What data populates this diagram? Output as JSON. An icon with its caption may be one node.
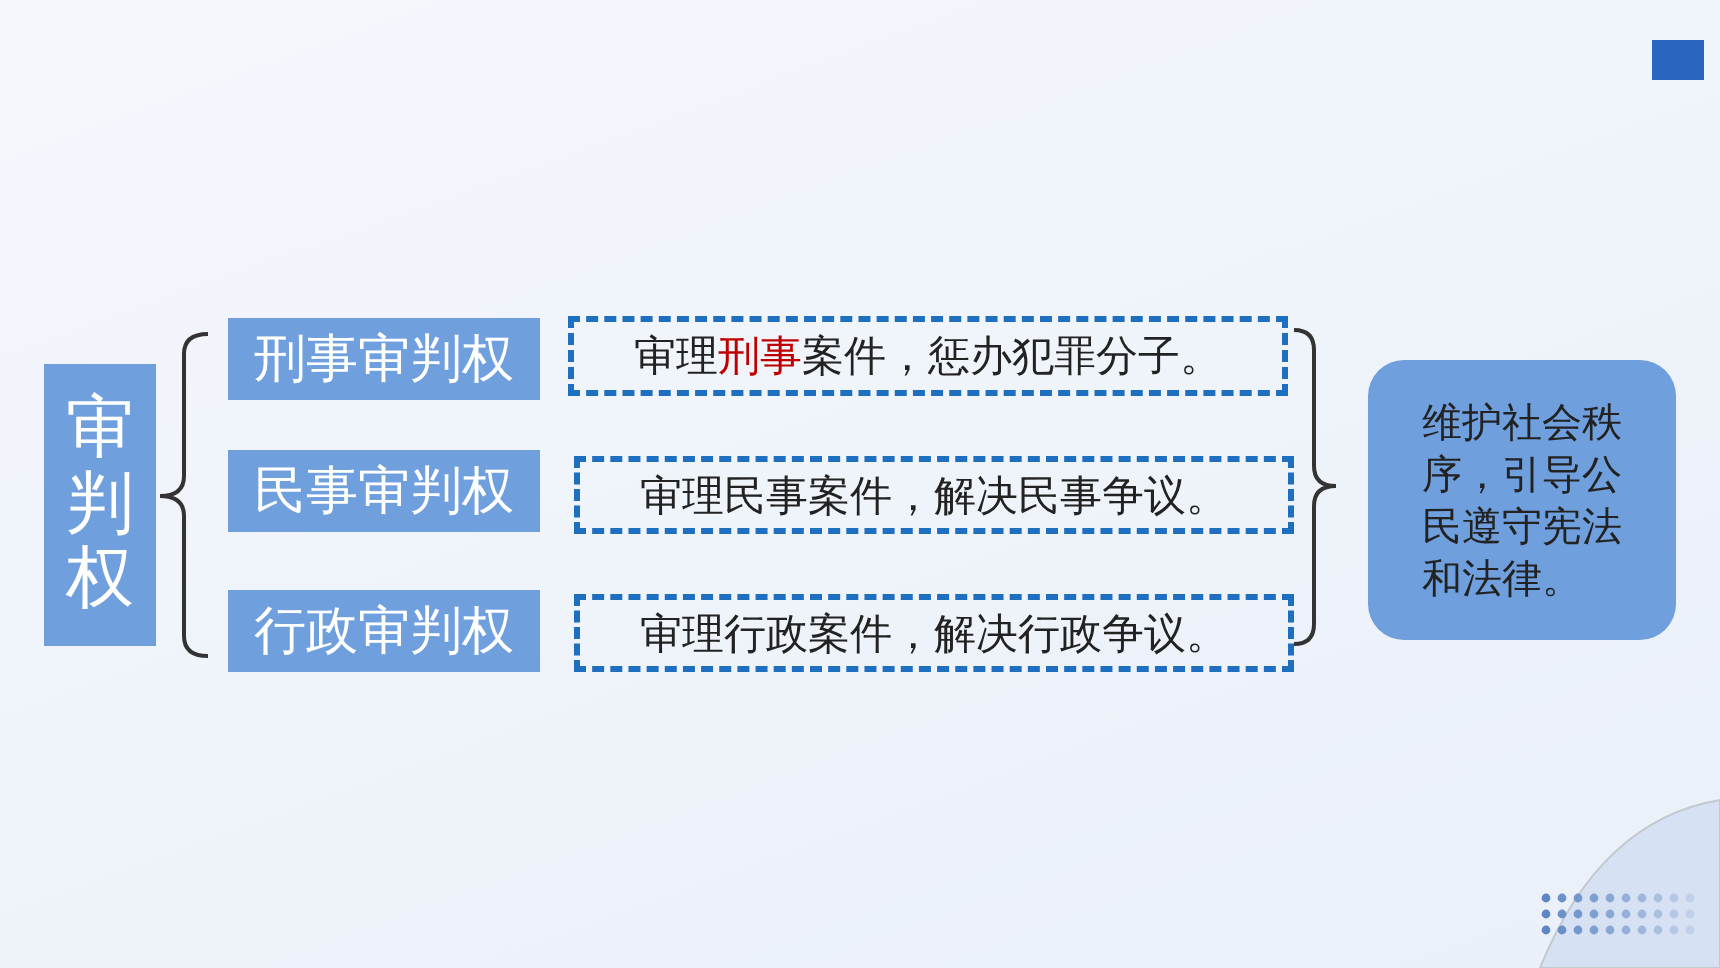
{
  "diagram": {
    "nodes": [
      {
        "text": [
          "审判权"
        ]
      },
      {
        "text": [
          "刑事审判权"
        ]
      },
      {
        "text": [
          "民事审判权"
        ]
      },
      {
        "text": [
          "行政审判权"
        ]
      },
      {
        "text": [
          "审理**刑事**案件，惩办犯罪分子。"
        ]
      },
      {
        "text": [
          "审理民事案件，解决民事争议。"
        ]
      },
      {
        "text": [
          "审理行政案件，解决行政争议。"
        ]
      },
      {
        "text": [
          "维护社会秩序，引导公民遵守宪法和法律。"
        ]
      }
    ]
  }
}
